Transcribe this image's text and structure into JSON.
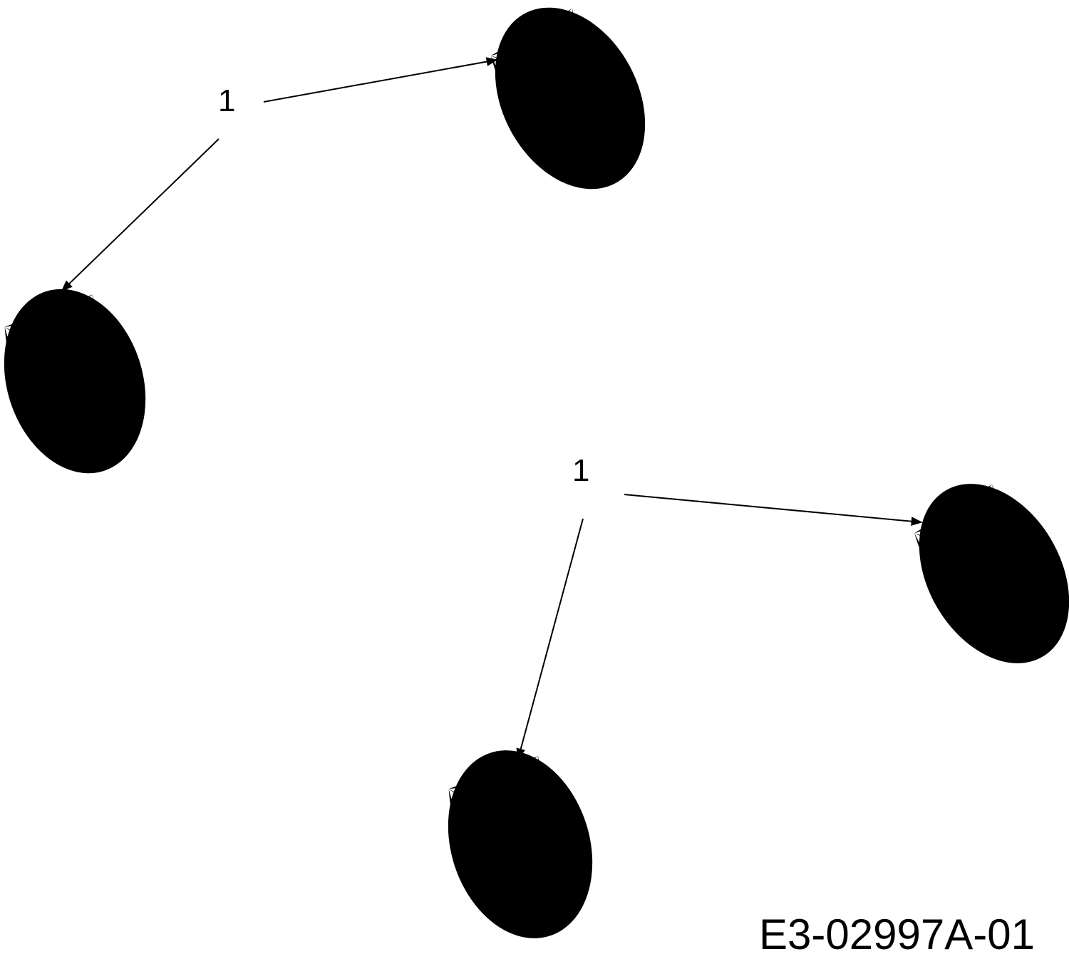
{
  "callouts": [
    {
      "label": "1",
      "part": "wheel",
      "targets": [
        "wheel-top",
        "wheel-left"
      ]
    },
    {
      "label": "1",
      "part": "wheel",
      "targets": [
        "wheel-right",
        "wheel-bottom"
      ]
    }
  ],
  "parts": [
    {
      "id": "wheel-top",
      "callout": "1"
    },
    {
      "id": "wheel-left",
      "callout": "1"
    },
    {
      "id": "wheel-right",
      "callout": "1"
    },
    {
      "id": "wheel-bottom",
      "callout": "1"
    }
  ],
  "drawing_code": "E3-02997A-01",
  "colors": {
    "line": "#000000",
    "background": "#ffffff"
  }
}
